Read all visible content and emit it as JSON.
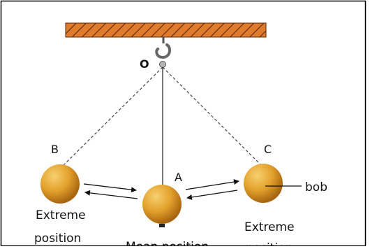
{
  "diagram": {
    "labels": {
      "pivot": "O",
      "mean_point": "A",
      "left_point": "B",
      "right_point": "C",
      "bob": "bob",
      "left_extreme_line1": "Extreme",
      "left_extreme_line2": "position",
      "mean_line1": "Mean position",
      "right_extreme_line1": "Extreme",
      "right_extreme_line2": "position"
    },
    "colors": {
      "support_fill": "#e07b2e",
      "hatch_stroke": "#5a2a0a",
      "bob_light": "#f5c75a",
      "bob_mid": "#e3a12c",
      "bob_dark": "#a86510",
      "string": "#333333",
      "dashed_string": "#444444",
      "hook": "#555555",
      "frame_border": "#000000"
    }
  }
}
